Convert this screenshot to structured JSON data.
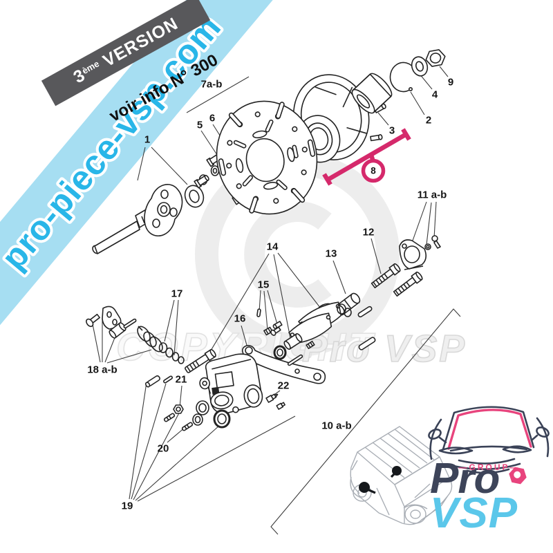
{
  "banner": {
    "version_number": "3",
    "version_exponent": "ème",
    "version_word": "VERSION",
    "info_note": "voir info N° 300"
  },
  "watermarks": {
    "stripe_url": "pro-piece-vsp.com",
    "copyright_word": "COPYRIGHT",
    "brand_word": "Pro VSP",
    "copyright_symbol": "©"
  },
  "diagram": {
    "labels": {
      "l1": "1",
      "l2": "2",
      "l3": "3",
      "l4": "4",
      "l5": "5",
      "l6": "6",
      "l7": "7a-b",
      "l8": "8",
      "l9": "9",
      "l10": "10 a-b",
      "l11": "11 a-b",
      "l12": "12",
      "l13": "13",
      "l14": "14",
      "l15": "15",
      "l16": "16",
      "l17": "17",
      "l18": "18 a-b",
      "l19": "19",
      "l20": "20",
      "l21": "21",
      "l22": "22"
    }
  },
  "logo": {
    "group_label": "—GROUP—",
    "brand_top": "Pro",
    "brand_bottom": "VSP"
  },
  "colors": {
    "highlight_pink": "#d5296b",
    "stripe_blue": "#a6def2",
    "stripe_text_cyan": "#29b6e8",
    "banner_gray": "#58585b",
    "logo_navy": "#3d4459",
    "logo_cyan": "#5bc7ea",
    "logo_pink": "#e8447d"
  }
}
